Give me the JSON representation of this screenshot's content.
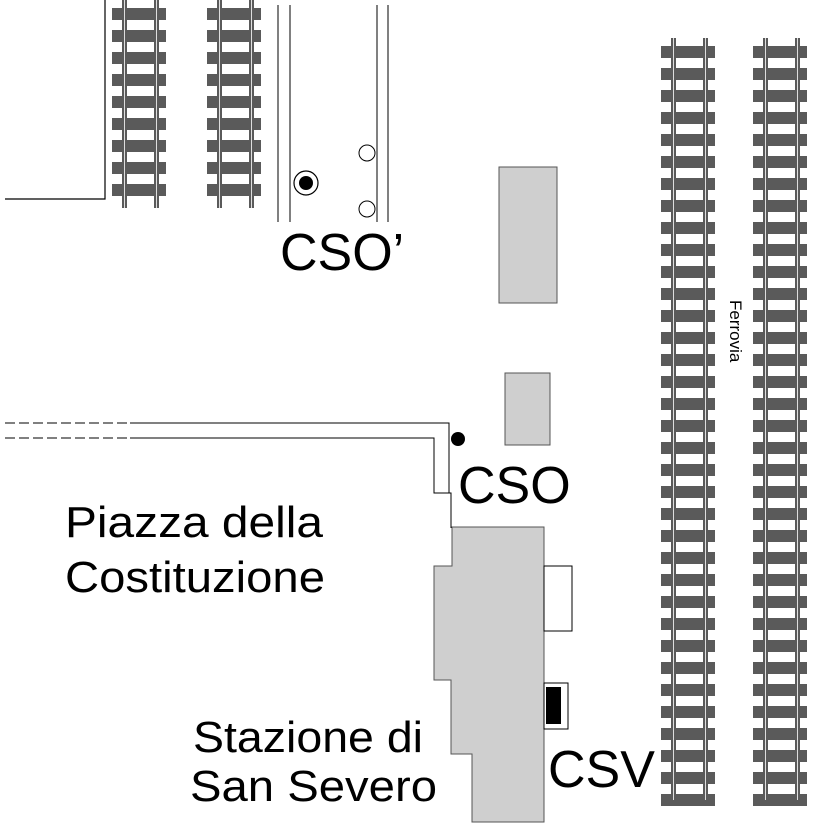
{
  "labels": {
    "cso_prime": "CSO’",
    "cso": "CSO",
    "csv": "CSV",
    "piazza_line1": "Piazza della",
    "piazza_line2": "Costituzione",
    "stazione_line1": "Stazione di",
    "stazione_line2": "San Severo",
    "ferrovia": "Ferrovia"
  },
  "colors": {
    "rail": "#5a5a5a",
    "building": "#cfcfcf",
    "outline": "#000000",
    "background": "#ffffff"
  },
  "icons": {
    "station_marker": "filled-circle",
    "well": "open-circle",
    "csv_box": "filled-rectangle"
  }
}
